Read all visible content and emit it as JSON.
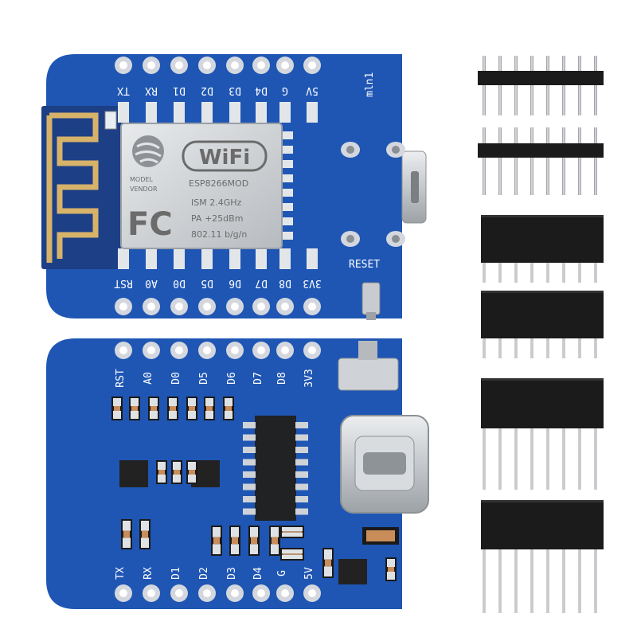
{
  "top_board": {
    "brand": "mln1",
    "reset_label": "RESET",
    "top_pins": [
      "TX",
      "RX",
      "D1",
      "D2",
      "D3",
      "D4",
      "G",
      "5V"
    ],
    "bottom_pins": [
      "RST",
      "A0",
      "D0",
      "D5",
      "D6",
      "D7",
      "D8",
      "3V3"
    ],
    "module": {
      "wifi_logo": "WiFi",
      "model": "ESP8266MOD",
      "lines": [
        "ISM  2.4GHz",
        "PA  +25dBm",
        "802.11 b/g/n"
      ],
      "small_left": [
        "MODEL",
        "VENDOR"
      ],
      "cert": "FC"
    }
  },
  "bottom_board": {
    "top_pins": [
      "RST",
      "A0",
      "D0",
      "D5",
      "D6",
      "D7",
      "D8",
      "3V3"
    ],
    "bottom_pins": [
      "TX",
      "RX",
      "D1",
      "D2",
      "D3",
      "D4",
      "G",
      "5V"
    ]
  },
  "colors": {
    "pcb": "#1f56b4",
    "pcb_dark": "#174596",
    "pad": "#d4d8de",
    "header_plastic": "#1b1b1b",
    "pin_metal": "#bfc2c6",
    "background": "#ffffff"
  },
  "headers": {
    "male_pin_count": 8,
    "female_pin_count": 8
  }
}
